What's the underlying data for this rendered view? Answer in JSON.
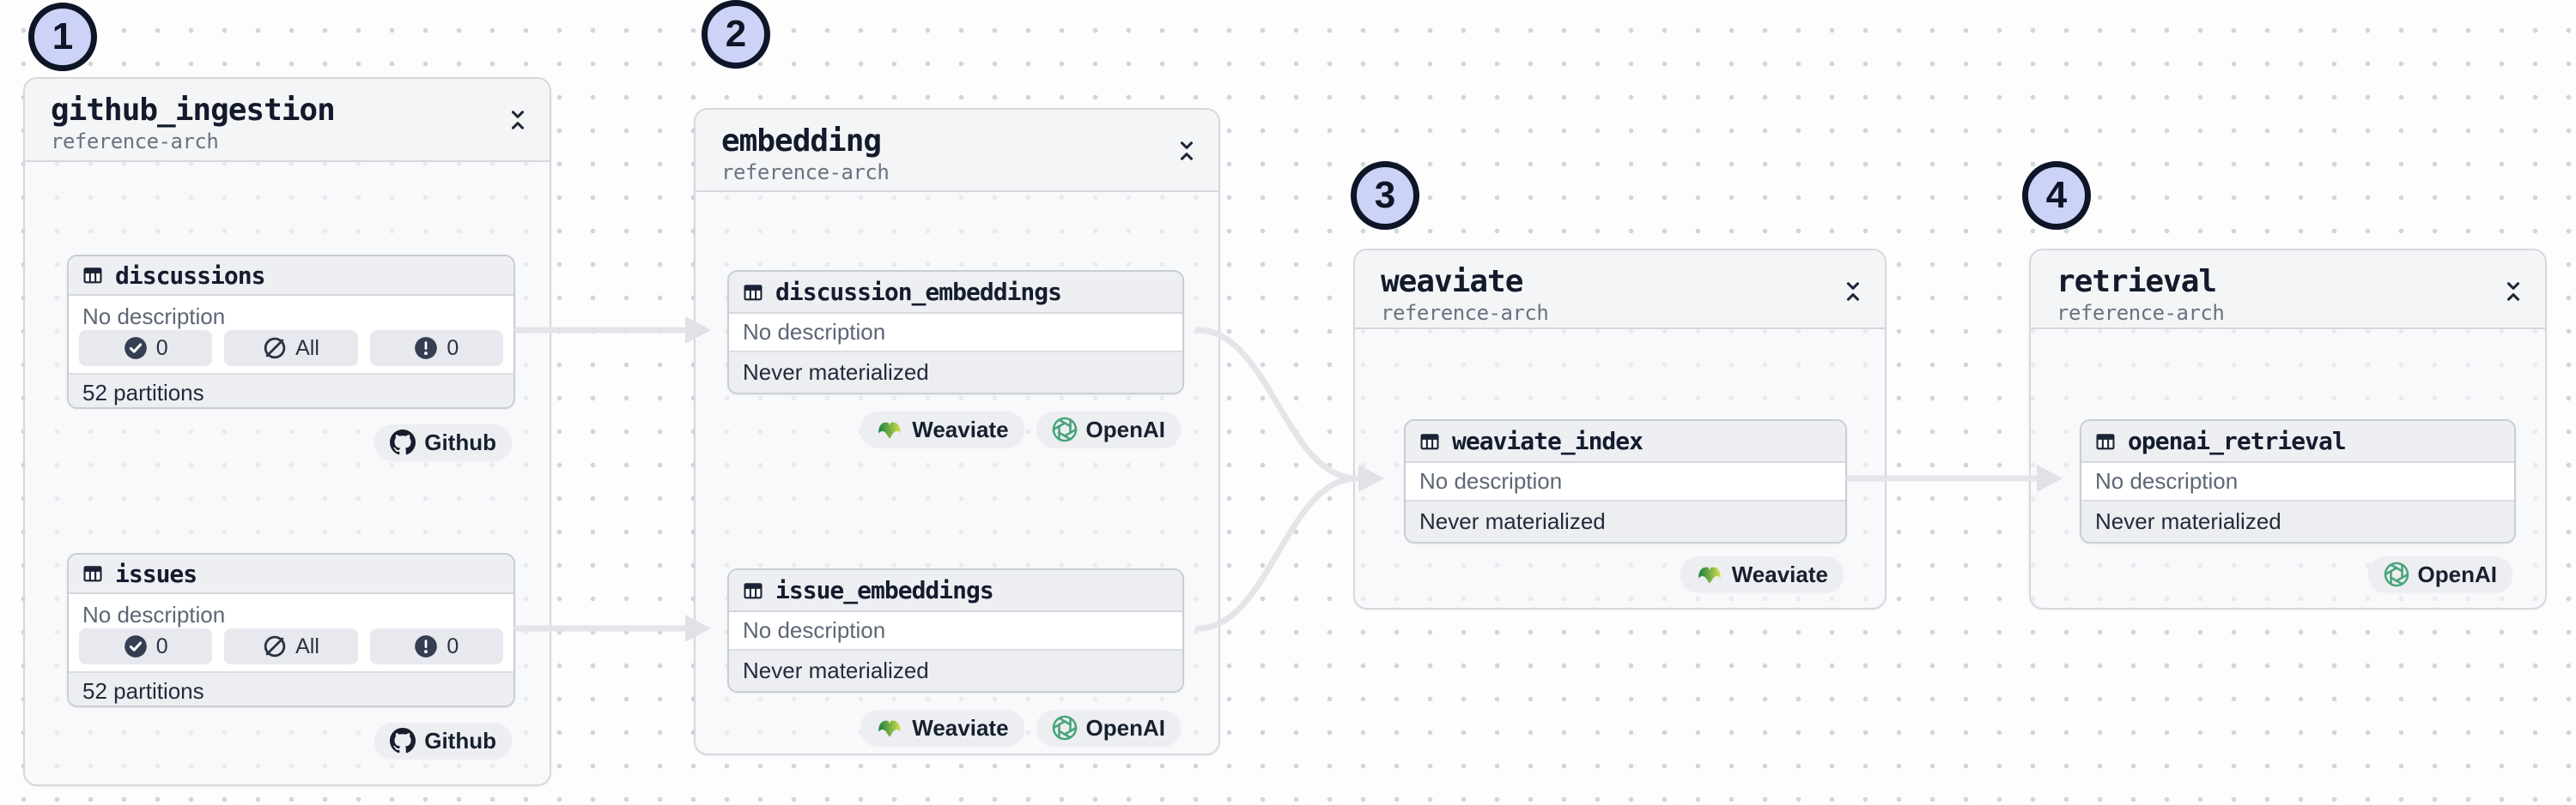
{
  "steps": [
    {
      "label": "1"
    },
    {
      "label": "2"
    },
    {
      "label": "3"
    },
    {
      "label": "4"
    }
  ],
  "groups": [
    {
      "title": "github_ingestion",
      "subtitle": "reference-arch"
    },
    {
      "title": "embedding",
      "subtitle": "reference-arch"
    },
    {
      "title": "weaviate",
      "subtitle": "reference-arch"
    },
    {
      "title": "retrieval",
      "subtitle": "reference-arch"
    }
  ],
  "assets": [
    {
      "name": "discussions",
      "description": "No description",
      "footer": "52 partitions",
      "pills": [
        {
          "icon": "check-circle-icon",
          "label": "0"
        },
        {
          "icon": "slash-circle-icon",
          "label": "All"
        },
        {
          "icon": "alert-circle-icon",
          "label": "0"
        }
      ]
    },
    {
      "name": "issues",
      "description": "No description",
      "footer": "52 partitions",
      "pills": [
        {
          "icon": "check-circle-icon",
          "label": "0"
        },
        {
          "icon": "slash-circle-icon",
          "label": "All"
        },
        {
          "icon": "alert-circle-icon",
          "label": "0"
        }
      ]
    },
    {
      "name": "discussion_embeddings",
      "description": "No description",
      "footer": "Never materialized"
    },
    {
      "name": "issue_embeddings",
      "description": "No description",
      "footer": "Never materialized"
    },
    {
      "name": "weaviate_index",
      "description": "No description",
      "footer": "Never materialized"
    },
    {
      "name": "openai_retrieval",
      "description": "No description",
      "footer": "Never materialized"
    }
  ],
  "kind_badges": {
    "github": "Github",
    "weaviate": "Weaviate",
    "openai": "OpenAI"
  },
  "colors": {
    "step_circle_fill": "#ccd3f6",
    "step_circle_border": "#0d1526",
    "edge": "#e4e5e9",
    "text_dark": "#121a2b",
    "text_gray": "#5d6675",
    "weaviate_green_start": "#1c7f44",
    "weaviate_green_end": "#d8e24e",
    "openai_green": "#47a37a"
  }
}
